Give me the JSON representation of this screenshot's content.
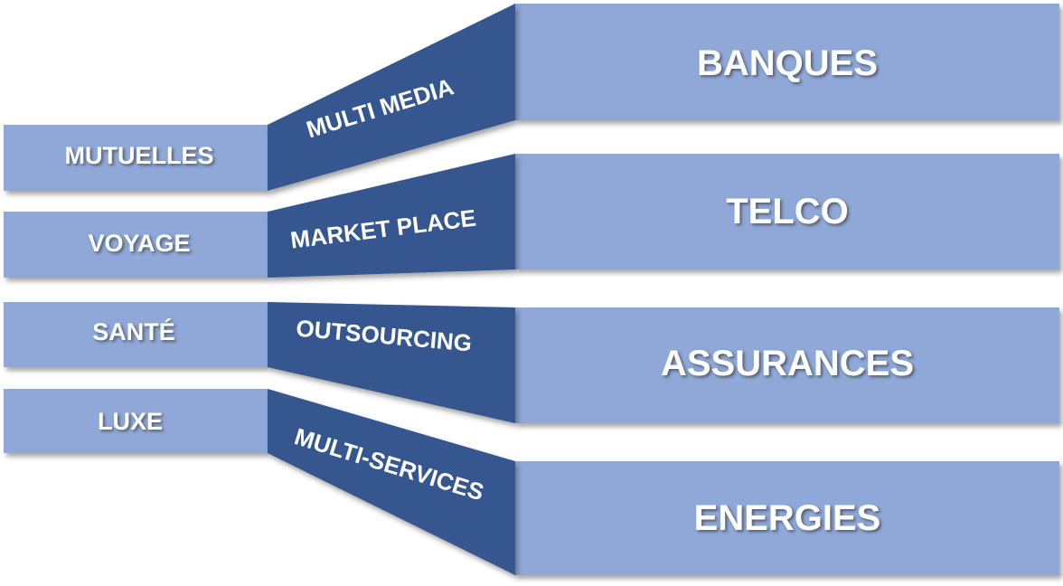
{
  "colors": {
    "light_box": "#8fa8d8",
    "connector": "#35568f",
    "text": "#ffffff"
  },
  "left_items": [
    {
      "label": "MUTUELLES"
    },
    {
      "label": "VOYAGE"
    },
    {
      "label": "SANTÉ"
    },
    {
      "label": "LUXE"
    }
  ],
  "connectors": [
    {
      "label": "MULTI MEDIA"
    },
    {
      "label": "MARKET PLACE"
    },
    {
      "label": "OUTSOURCING"
    },
    {
      "label": "MULTI-SERVICES"
    }
  ],
  "right_items": [
    {
      "label": "BANQUES"
    },
    {
      "label": "TELCO"
    },
    {
      "label": "ASSURANCES"
    },
    {
      "label": "ENERGIES"
    }
  ]
}
